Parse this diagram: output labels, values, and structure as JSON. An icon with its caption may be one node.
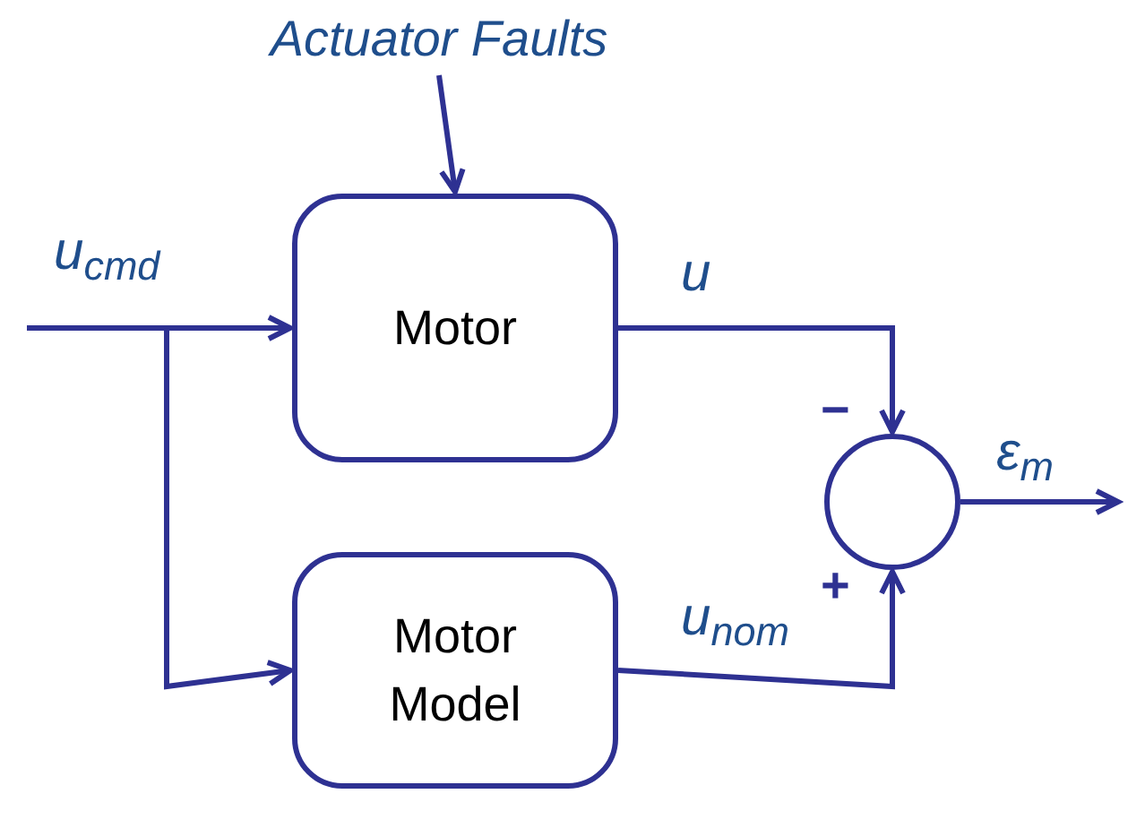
{
  "diagram": {
    "nodes": [
      {
        "text": [
          "Actuator Faults"
        ]
      },
      {
        "text": [
          "Motor"
        ]
      },
      {
        "text": [
          "Motor Model"
        ]
      },
      {
        "text": [],
        "shape": "circle"
      }
    ],
    "edges": [
      {
        "from": 0,
        "to": 1,
        "arrow": "to"
      },
      {
        "from": null,
        "to": 1,
        "arrow": "to",
        "label": "u$_{cmd}$"
      },
      {
        "from": null,
        "to": 2,
        "arrow": "to"
      },
      {
        "from": 1,
        "to": 3,
        "arrow": "to",
        "label": "u"
      },
      {
        "from": 2,
        "to": 3,
        "arrow": "to",
        "label": "u$_{nom}$"
      },
      {
        "from": 3,
        "to": null,
        "arrow": "to",
        "label": "ε$_{m}$"
      }
    ],
    "labels": [
      "−",
      "+"
    ]
  }
}
